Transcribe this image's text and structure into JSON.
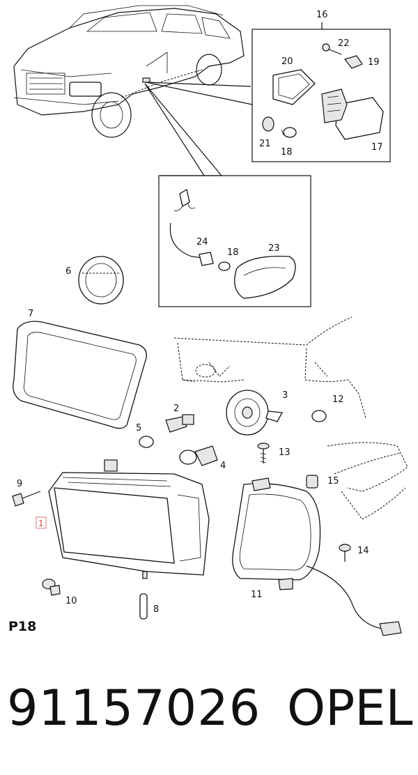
{
  "diagram": {
    "page_code": "P18",
    "callouts": [
      "1",
      "2",
      "3",
      "4",
      "5",
      "6",
      "7",
      "8",
      "9",
      "10",
      "11",
      "12",
      "13",
      "14",
      "15",
      "16",
      "17",
      "18",
      "19",
      "20",
      "21",
      "22",
      "23",
      "24"
    ],
    "highlighted_callout": "1"
  },
  "footer": {
    "part_number": "91157026",
    "brand": "OPEL"
  }
}
